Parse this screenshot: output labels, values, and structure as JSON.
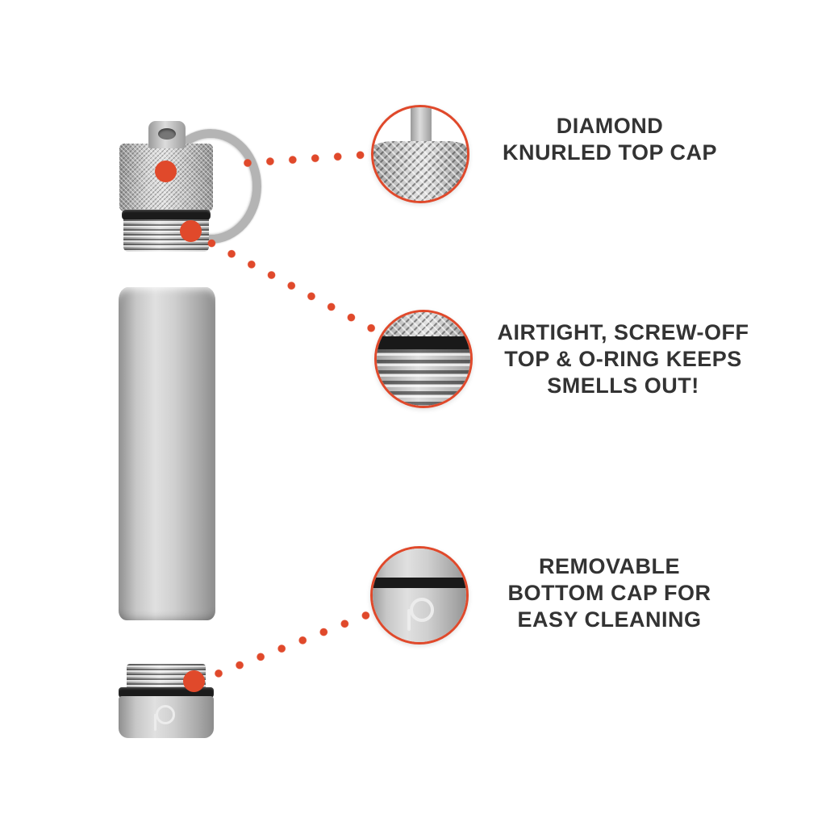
{
  "colors": {
    "accent": "#e0492b",
    "text": "#333333",
    "background": "#ffffff",
    "metal_light": "#e0e0e0",
    "metal_dark": "#8f8f8f",
    "oring_black": "#1b1b1b"
  },
  "product": {
    "parts": [
      {
        "name": "keyring"
      },
      {
        "name": "diamond-knurled-top-cap"
      },
      {
        "name": "o-ring"
      },
      {
        "name": "screw-threads"
      },
      {
        "name": "body-tube"
      },
      {
        "name": "removable-bottom-cap"
      },
      {
        "name": "brand-logo"
      }
    ]
  },
  "callouts": [
    {
      "id": "top-cap",
      "zoom_icon": "knurled-texture-zoom",
      "lines": [
        "DIAMOND",
        "KNURLED TOP CAP"
      ]
    },
    {
      "id": "airtight-seal",
      "zoom_icon": "threads-oring-zoom",
      "lines": [
        "AIRTIGHT, SCREW-OFF",
        "TOP & O-RING KEEPS",
        "SMELLS OUT!"
      ]
    },
    {
      "id": "bottom-cap",
      "zoom_icon": "bottom-cap-logo-zoom",
      "lines": [
        "REMOVABLE",
        "BOTTOM CAP FOR",
        "EASY CLEANING"
      ]
    }
  ]
}
